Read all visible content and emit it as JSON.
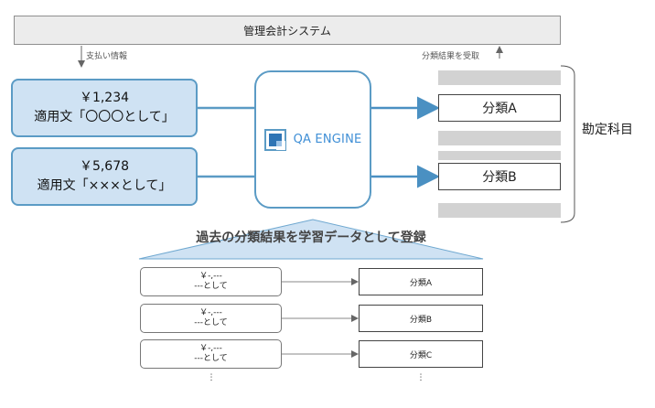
{
  "system": {
    "title": "管理会計システム",
    "payment_info_label": "支払い情報",
    "receive_label": "分類結果を受取"
  },
  "transactions": [
    {
      "amount": "￥1,234",
      "description": "適用文「〇〇〇として」"
    },
    {
      "amount": "￥5,678",
      "description": "適用文「×××として」"
    }
  ],
  "engine": {
    "name": "QA ENGINE",
    "icon": "qa-engine-logo-icon"
  },
  "categories": [
    {
      "label": "分類A"
    },
    {
      "label": "分類B"
    }
  ],
  "accounts_label": "勘定科目",
  "training": {
    "title": "過去の分類結果を学習データとして登録",
    "rows": [
      {
        "amount": "￥-,---",
        "text": "---として",
        "label": "分類A"
      },
      {
        "amount": "￥-,---",
        "text": "---として",
        "label": "分類B"
      },
      {
        "amount": "￥-,---",
        "text": "---として",
        "label": "分類C"
      }
    ],
    "ellipsis": "⋮"
  },
  "colors": {
    "accent_blue": "#5b9bc5",
    "box_fill_blue": "#cfe2f3",
    "engine_text": "#3f8fd6",
    "gray_bar": "#d2d2d2"
  }
}
